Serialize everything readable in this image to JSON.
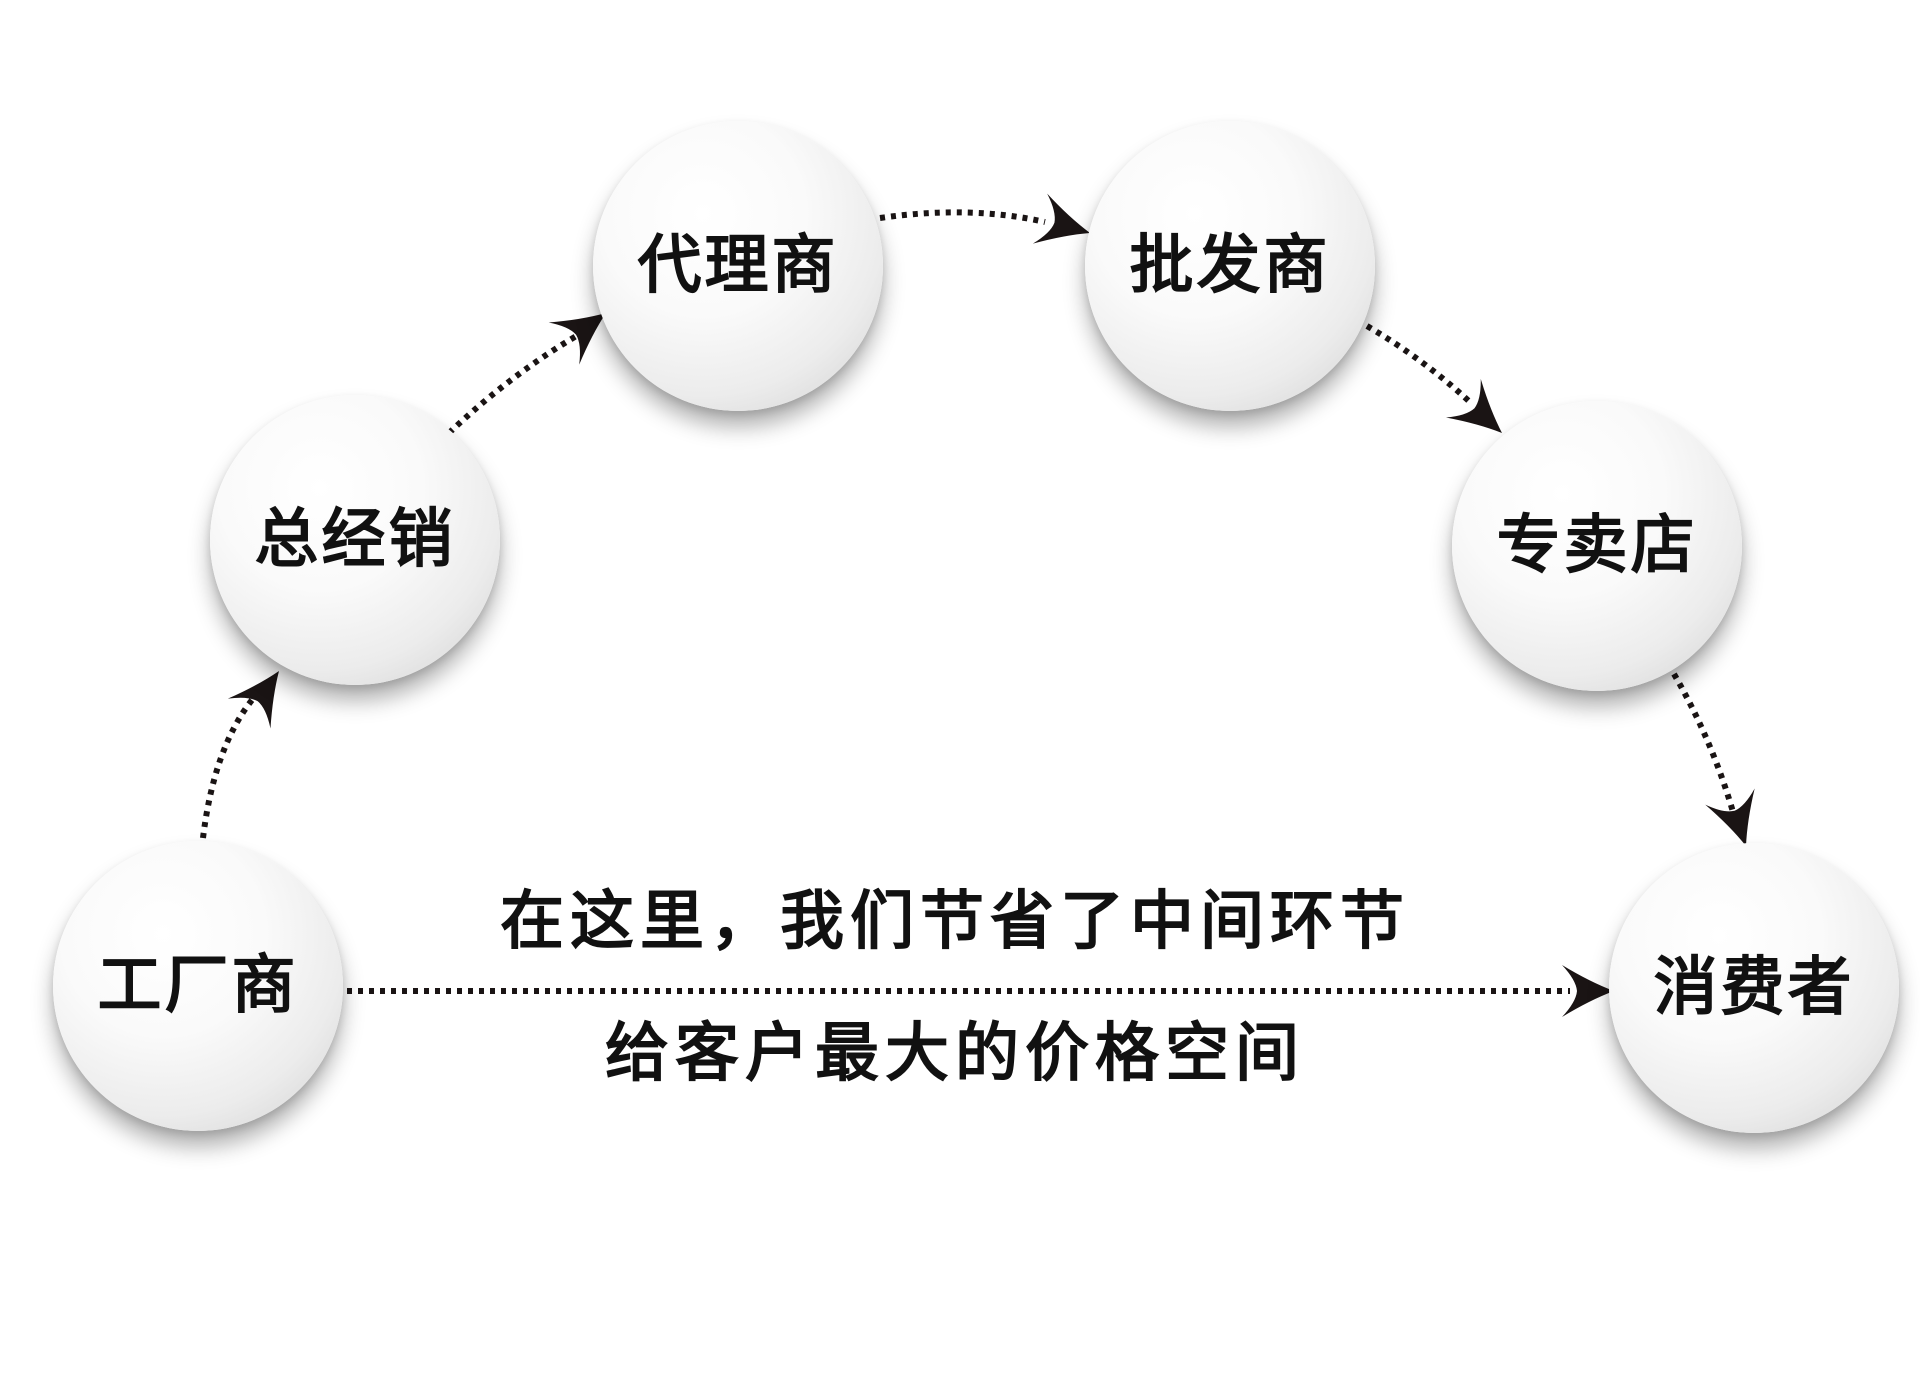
{
  "nodes": [
    {
      "label": "工厂商"
    },
    {
      "label": "总经销"
    },
    {
      "label": "代理商"
    },
    {
      "label": "批发商"
    },
    {
      "label": "专卖店"
    },
    {
      "label": "消费者"
    }
  ],
  "edges": [
    {
      "from": 0,
      "to": 1
    },
    {
      "from": 1,
      "to": 2
    },
    {
      "from": 2,
      "to": 3
    },
    {
      "from": 3,
      "to": 4
    },
    {
      "from": 4,
      "to": 5
    },
    {
      "from": 0,
      "to": 5
    }
  ],
  "caption": {
    "line1": "在这里，我们节省了中间环节",
    "line2": "给客户最大的价格空间"
  },
  "colors": {
    "background": "#ffffff",
    "text": "#111111",
    "arrow": "#1a1414",
    "node_fill": "#f5f5f5"
  }
}
